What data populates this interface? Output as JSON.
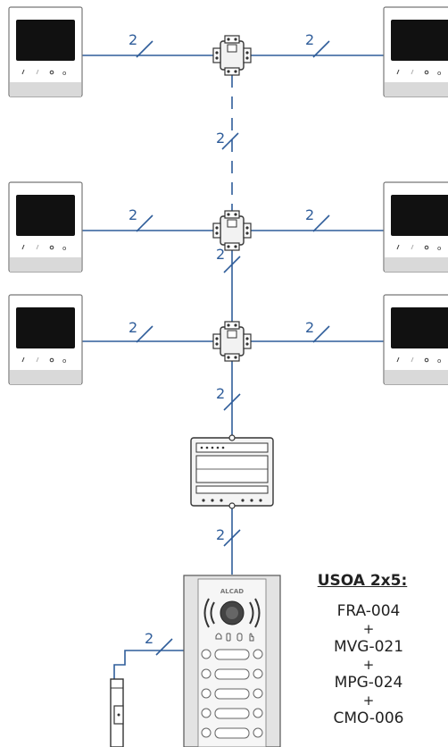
{
  "wire_count_label": "2",
  "entry_panel": {
    "brand": "ALCAD"
  },
  "kit": {
    "title": "USOA 2x5:",
    "items": [
      "FRA-004",
      "+",
      "MVG-021",
      "+",
      "MPG-024",
      "+",
      "CMO-006"
    ]
  },
  "colors": {
    "wire": "#2f5d9a",
    "device": "#d9d9d9",
    "screen": "#111111"
  }
}
